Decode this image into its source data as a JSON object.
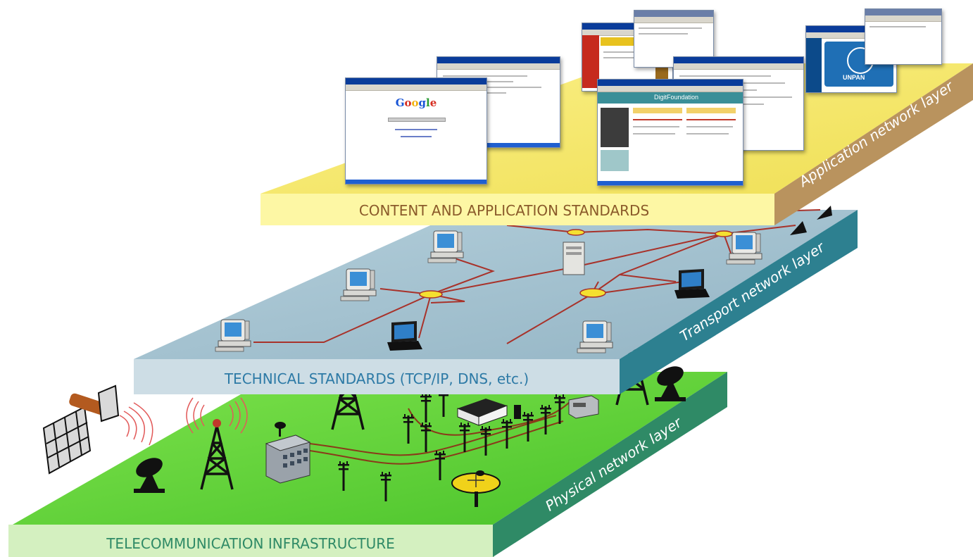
{
  "layers": {
    "application": {
      "label": "CONTENT AND APPLICATION STANDARDS",
      "side_label": "Application network layer",
      "top_color": "#f4e96a",
      "front_color": "#fdf7a4",
      "side_color": "#b9935e"
    },
    "transport": {
      "label": "TECHNICAL STANDARDS (TCP/IP, DNS, etc.)",
      "side_label": "Transport network layer",
      "top_color": "#a3c1cf",
      "front_color": "#cddde5",
      "side_color": "#2d8090"
    },
    "physical": {
      "label": "TELECOMMUNICATION INFRASTRUCTURE",
      "side_label": "Physical network layer",
      "top_color": "#5ed83b",
      "front_color": "#d4f0c0",
      "side_color": "#2f8a66"
    }
  },
  "screens": {
    "google_logo": "Google",
    "unpan_label": "UNPAN",
    "digit_label": "DigitFoundation"
  }
}
